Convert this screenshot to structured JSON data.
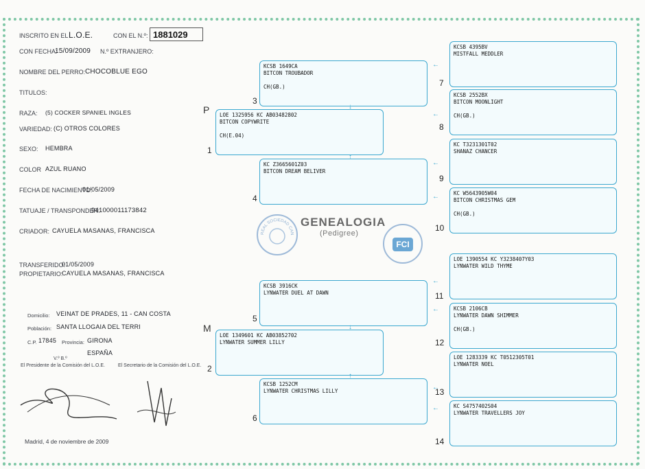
{
  "header": {
    "inscrito_label": "INSCRITO EN EL",
    "inscrito_value": "L.O.E.",
    "con_el_label": "CON EL N.º:",
    "loe_number": "1881029",
    "fecha_label": "CON FECHA:",
    "fecha_value": "15/09/2009",
    "extranjero_label": "N.º EXTRANJERO:"
  },
  "dog": {
    "nombre_label": "NOMBRE DEL PERRO:",
    "nombre_value": "CHOCOBLUE EGO",
    "titulos_label": "TITULOS:",
    "raza_label": "RAZA:",
    "raza_value": "(5) COCKER SPANIEL INGLES",
    "variedad_label": "VARIEDAD:",
    "variedad_value": "(C) OTROS COLORES",
    "sexo_label": "SEXO:",
    "sexo_value": "HEMBRA",
    "color_label": "COLOR",
    "color_value": "AZUL RUANO",
    "nacimiento_label": "FECHA DE NACIMIENTO:",
    "nacimiento_value": "01/05/2009",
    "tatuaje_label": "TATUAJE / TRANSPONDER:",
    "tatuaje_value": "941000011173842",
    "criador_label": "CRIADOR:",
    "criador_value": "CAYUELA MASANAS, FRANCISCA"
  },
  "owner": {
    "transferido_label": "TRANSFERIDO:",
    "transferido_value": "01/05/2009",
    "propietario_label": "PROPIETARIO:",
    "propietario_value": "CAYUELA MASANAS, FRANCISCA",
    "domicilio_label": "Domicilio:",
    "domicilio_value": "VEINAT DE PRADES, 11 - CAN COSTA",
    "poblacion_label": "Población:",
    "poblacion_value": "SANTA LLOGAIA DEL TERRI",
    "cp_label": "C.P.",
    "cp_value": "17845",
    "provincia_label": "Provincia:",
    "provincia_value": "GIRONA",
    "pais_value": "ESPAÑA"
  },
  "footer": {
    "vb": "V.º B.º",
    "presidente": "El Presidente de la Comisión del L.O.E.",
    "secretario": "El Secretario de la Comisión del L.O.E.",
    "lugar_fecha": "Madrid,   4 de noviembre de 2009"
  },
  "center": {
    "title": "GENEALOGIA",
    "subtitle": "(Pedigree)",
    "seal_left_text": "REAL SOCIEDAD CANINA · ESPAÑA",
    "fci": "FCI",
    "p": "P",
    "m": "M"
  },
  "pedigree": [
    {
      "n": "1",
      "lines": [
        "LOE 1325956  KC AB03482802",
        "BITCON COPYWRITE",
        "",
        "CH(E.04)"
      ]
    },
    {
      "n": "2",
      "lines": [
        "LOE 1349601  KC AB03852702",
        "LYNWATER SUMMER LILLY"
      ]
    },
    {
      "n": "3",
      "lines": [
        "KCSB 1649CA",
        "BITCON TROUBADOR",
        "",
        "CH(GB.)"
      ]
    },
    {
      "n": "4",
      "lines": [
        "KC Z3665601Z03",
        "BITCON DREAM BELIVER"
      ]
    },
    {
      "n": "5",
      "lines": [
        "KCSB 3916CK",
        "LYNWATER DUEL AT DAWN"
      ]
    },
    {
      "n": "6",
      "lines": [
        "KCSB 1252CM",
        "LYNWATER CHRISTMAS LILLY"
      ]
    },
    {
      "n": "7",
      "lines": [
        "KCSB 4395BV",
        "MISTFALL MEDDLER"
      ]
    },
    {
      "n": "8",
      "lines": [
        "KCSB 2552BX",
        "BITCON MOONLIGHT",
        "",
        "CH(GB.)"
      ]
    },
    {
      "n": "9",
      "lines": [
        "KC T3231301T02",
        "SHANAZ CHANCER"
      ]
    },
    {
      "n": "10",
      "lines": [
        "KC W5643905W04",
        "BITCON CHRISTMAS GEM",
        "",
        "CH(GB.)"
      ]
    },
    {
      "n": "11",
      "lines": [
        "LOE 1390554   KC Y3238407Y03",
        "LYNWATER WILD THYME"
      ]
    },
    {
      "n": "12",
      "lines": [
        "KCSB 2106CB",
        "LYNWATER DAWN SHIMMER",
        "",
        "CH(GB.)"
      ]
    },
    {
      "n": "13",
      "lines": [
        "LOE 1283339   KC T0512305T01",
        "LYNWATER NOEL"
      ]
    },
    {
      "n": "14",
      "lines": [
        "KC S4757402S04",
        "LYNWATER TRAVELLERS JOY"
      ]
    }
  ],
  "colors": {
    "border": "#7fc7a6",
    "box": "#3aa7cf"
  }
}
